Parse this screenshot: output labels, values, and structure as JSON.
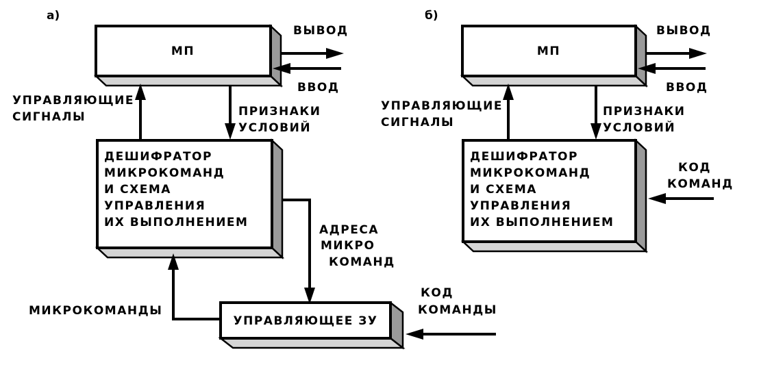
{
  "panel_a": {
    "label": "а)",
    "mp": "МП",
    "output": "ВЫВОД",
    "input": "ВВОД",
    "control_signals": [
      "УПРАВЛЯЮЩИЕ",
      "СИГНАЛЫ"
    ],
    "condition_flags": [
      "ПРИЗНАКИ",
      "УСЛОВИЙ"
    ],
    "decoder": [
      "ДЕШИФРАТОР",
      "МИКРОКОМАНД",
      "И  СХЕМА",
      "УПРАВЛЕНИЯ",
      "ИХ ВЫПОЛНЕНИЕМ"
    ],
    "microcommand_addresses": [
      "АДРЕСА",
      "МИКРО",
      "КОМАНД"
    ],
    "microcommands": "МИКРОКОМАНДЫ",
    "control_memory": "УПРАВЛЯЮЩЕЕ ЗУ",
    "command_code": [
      "КОД",
      "КОМАНДЫ"
    ]
  },
  "panel_b": {
    "label": "б)",
    "mp": "МП",
    "output": "ВЫВОД",
    "input": "ВВОД",
    "control_signals": [
      "УПРАВЛЯЮЩИЕ",
      "СИГНАЛЫ"
    ],
    "condition_flags": [
      "ПРИЗНАКИ",
      "УСЛОВИЙ"
    ],
    "decoder": [
      "ДЕШИФРАТОР",
      "МИКРОКОМАНД",
      "И  СХЕМА",
      "УПРАВЛЕНИЯ",
      "ИХ ВЫПОЛНЕНИЕМ"
    ],
    "command_code": [
      "КОД",
      "КОМАНД"
    ]
  }
}
